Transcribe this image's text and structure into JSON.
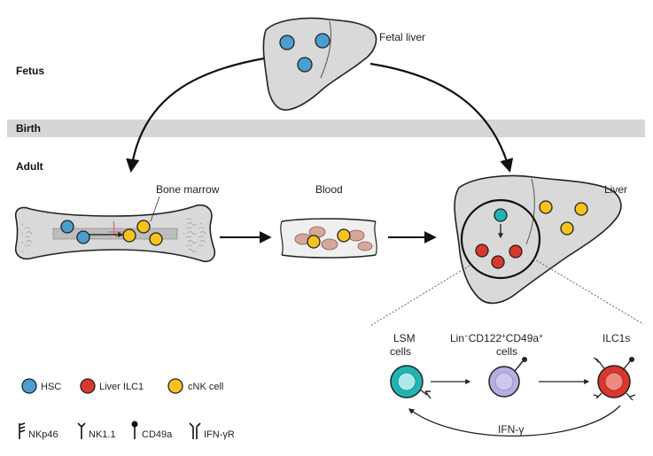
{
  "stages": {
    "fetus": "Fetus",
    "birth": "Birth",
    "adult": "Adult"
  },
  "organs": {
    "fetal_liver": "Fetal liver",
    "bone_marrow": "Bone marrow",
    "blood": "Blood",
    "liver": "Liver"
  },
  "pathway": {
    "lsm_line1": "LSM",
    "lsm_line2": "cells",
    "intermediate_lin": "Lin",
    "intermediate_sup1": "−",
    "intermediate_cd122": "CD122",
    "intermediate_sup2": "+",
    "intermediate_cd49a": "CD49a",
    "intermediate_sup3": "+",
    "intermediate_line2": "cells",
    "ilc1s": "ILC1s",
    "feedback": "IFN-γ"
  },
  "legend": {
    "cells": [
      {
        "label": "HSC",
        "color": "#4a9fd0"
      },
      {
        "label": "Liver ILC1",
        "color": "#d9372e"
      },
      {
        "label": "cNK cell",
        "color": "#f6c21c"
      }
    ],
    "receptors": [
      {
        "label": "NKp46",
        "icon": "nkp46-receptor-icon"
      },
      {
        "label": "NK1.1",
        "icon": "nk11-receptor-icon"
      },
      {
        "label": "CD49a",
        "icon": "cd49a-receptor-icon"
      },
      {
        "label": "IFN-γR",
        "icon": "ifngr-receptor-icon"
      }
    ]
  },
  "colors": {
    "hsc": "#4a9fd0",
    "ilc1": "#d9372e",
    "cnk": "#f6c21c",
    "lsm": "#1fb5b5",
    "intermediate": "#b8aee0",
    "organ_fill": "#d9d9d9",
    "birth_band": "#d6d6d6"
  }
}
